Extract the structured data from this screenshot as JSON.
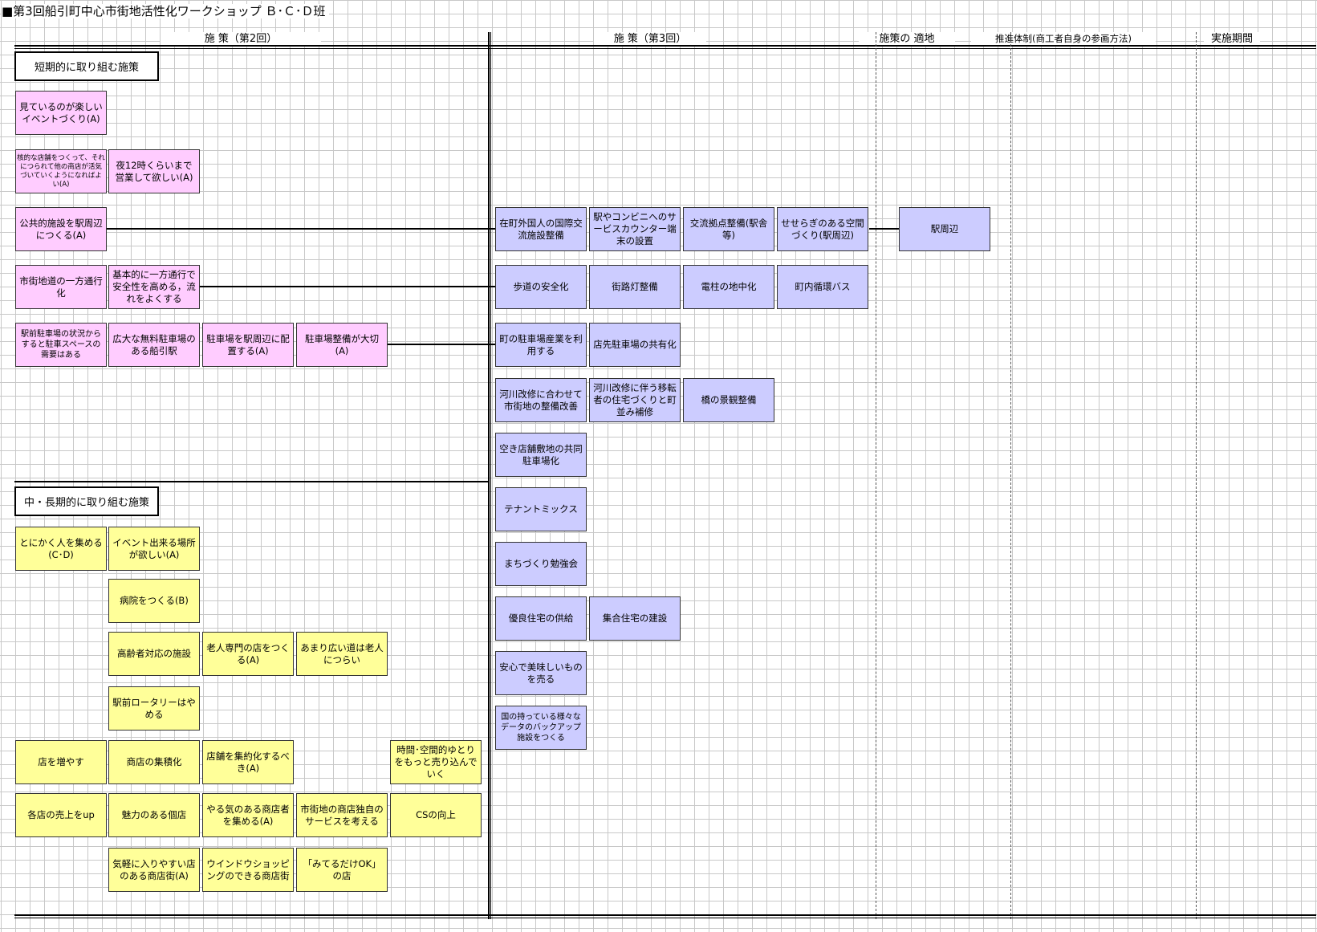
{
  "title": "■第3回船引町中心市街地活性化ワークショップ Ｂ･Ｃ･Ｄ班",
  "headers": {
    "col1": "施 策（第2回）",
    "col2": "施 策（第3回）",
    "col3": "施策の 適地",
    "col4": "推進体制(商工者自身の参画方法)",
    "col5": "実施期間"
  },
  "sections": {
    "short": "短期的に取り組む施策",
    "mid": "中・長期的に取り組む施策"
  },
  "round2_short": [
    "見ているのが楽しいイベントづくり(A)",
    "核的な店舗をつくって、それにつられて他の商店が活気づいていくようになればよい(A)",
    "夜12時くらいまで営業して欲しい(A)",
    "公共的施設を駅周辺につくる(A)",
    "市街地道の一方通行化",
    "基本的に一方通行で安全性を高める，流れをよくする",
    "駅前駐車場の状況からすると駐車スペースの需要はある",
    "広大な無料駐車場のある船引駅",
    "駐車場を駅周辺に配置する(A)",
    "駐車場整備が大切(A)"
  ],
  "round2_mid": [
    "とにかく人を集める(C･D)",
    "イベント出来る場所が欲しい(A)",
    "病院をつくる(B)",
    "高齢者対応の施設",
    "老人専門の店をつくる(A)",
    "あまり広い道は老人につらい",
    "駅前ロータリーはやめる",
    "店を増やす",
    "商店の集積化",
    "店舗を集約化するべき(A)",
    "時間･空間的ゆとりをもっと売り込んでいく",
    "各店の売上をup",
    "魅力のある個店",
    "やる気のある商店者を集める(A)",
    "市街地の商店独自のサービスを考える",
    "CSの向上",
    "気軽に入りやすい店のある商店街(A)",
    "ウインドウショッピングのできる商店街",
    "「みてるだけOK」の店"
  ],
  "round3": [
    "在町外国人の国際交流施設整備",
    "駅やコンビニへのサービスカウンター端末の設置",
    "交流拠点整備(駅舎等)",
    "せせらぎのある空間づくり(駅周辺)",
    "歩道の安全化",
    "街路灯整備",
    "電柱の地中化",
    "町内循環バス",
    "町の駐車場産業を利用する",
    "店先駐車場の共有化",
    "河川改修に合わせて市街地の整備改善",
    "河川改修に伴う移転者の住宅づくりと町並み補修",
    "橋の景観整備",
    "空き店舗敷地の共同駐車場化",
    "テナントミックス",
    "まちづくり勉強会",
    "優良住宅の供給",
    "集合住宅の建設",
    "安心で美味しいものを売る",
    "国の持っている様々なデータのバックアップ施設をつくる"
  ],
  "site": [
    "駅周辺"
  ]
}
